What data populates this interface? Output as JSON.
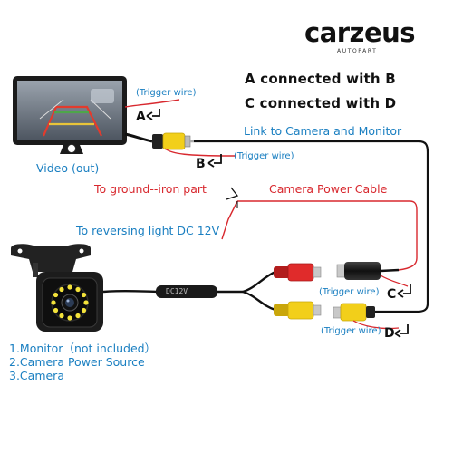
{
  "brand": {
    "name": "carzeus",
    "tagline": "AUTOPART"
  },
  "headings": {
    "a_to_b": "A connected with B",
    "c_to_d": "C connected with D"
  },
  "labels": {
    "link": "Link to Camera and Monitor",
    "video_out": "Video (out)",
    "ground": "To ground--iron part",
    "power_cable": "Camera Power Cable",
    "reversing": "To reversing light DC 12V",
    "cable_tag": "DC12V"
  },
  "trigger_wire": "(Trigger wire)",
  "points": {
    "a": "A",
    "b": "B",
    "c": "C",
    "d": "D"
  },
  "legend": [
    "1.Monitor（not included）",
    "2.Camera Power Source",
    "3.Camera"
  ],
  "colors": {
    "accent_blue": "#1a7fc1",
    "wire_red": "#d8282e",
    "rca_yellow": "#f2cf1a",
    "cable_black": "#111111"
  }
}
